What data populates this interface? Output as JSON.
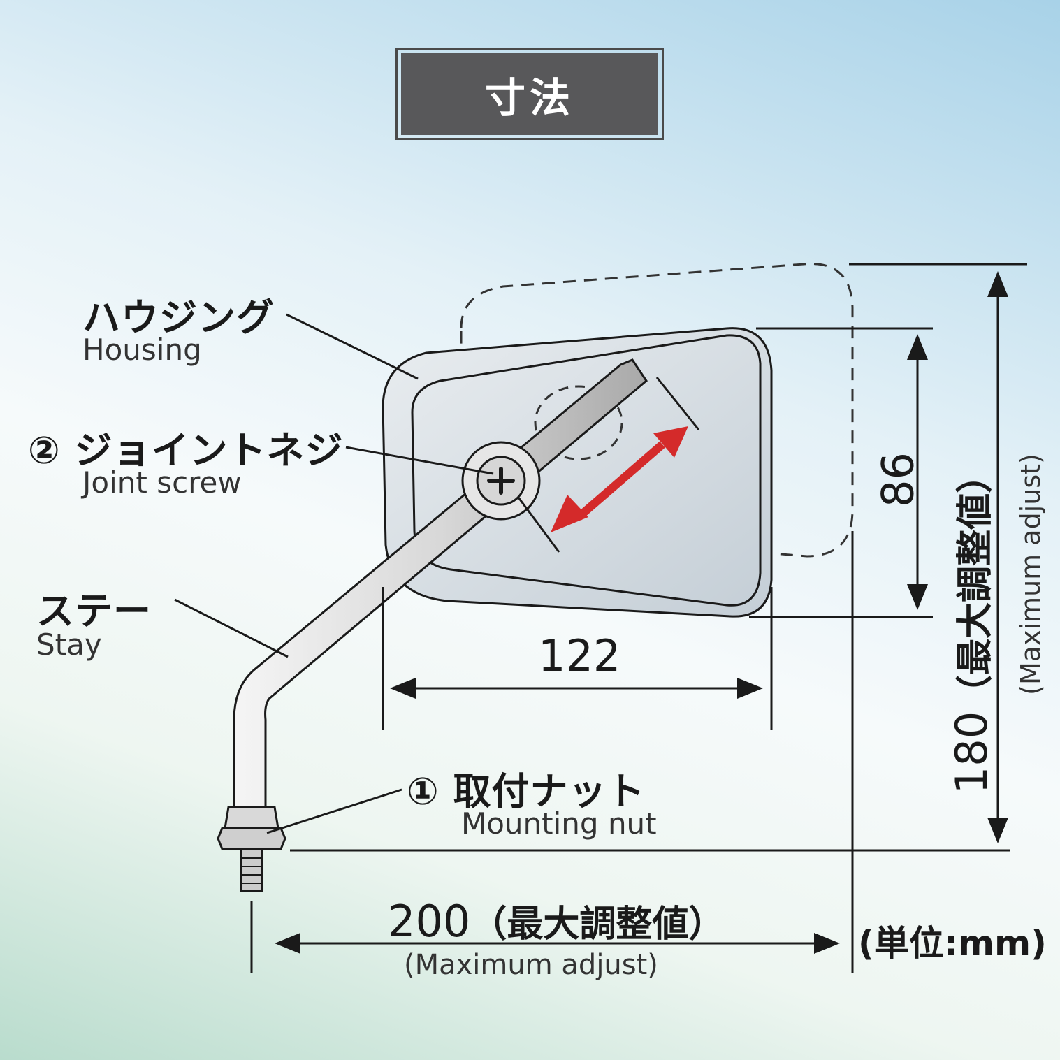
{
  "title": "寸法",
  "labels": {
    "housing": {
      "ja": "ハウジング",
      "en": "Housing"
    },
    "joint_screw": {
      "ja": "② ジョイントネジ",
      "en": "Joint screw"
    },
    "stay": {
      "ja": "ステー",
      "en": "Stay"
    },
    "mounting_nut": {
      "ja": "① 取付ナット",
      "en": "Mounting nut"
    }
  },
  "dimensions": {
    "width": "122",
    "height": "86",
    "total_height": "180",
    "total_height_note_ja": "（最大調整値）",
    "total_height_note_en": "(Maximum adjust)",
    "total_width": "200",
    "total_width_note_ja": "（最大調整値）",
    "total_width_note_en": "(Maximum adjust)"
  },
  "unit": "(単位:mm)",
  "colors": {
    "arrow_red": "#d42a2a",
    "line": "#1a1a1a",
    "mirror_fill": "#d6dde3",
    "title_bg": "#58585a"
  }
}
